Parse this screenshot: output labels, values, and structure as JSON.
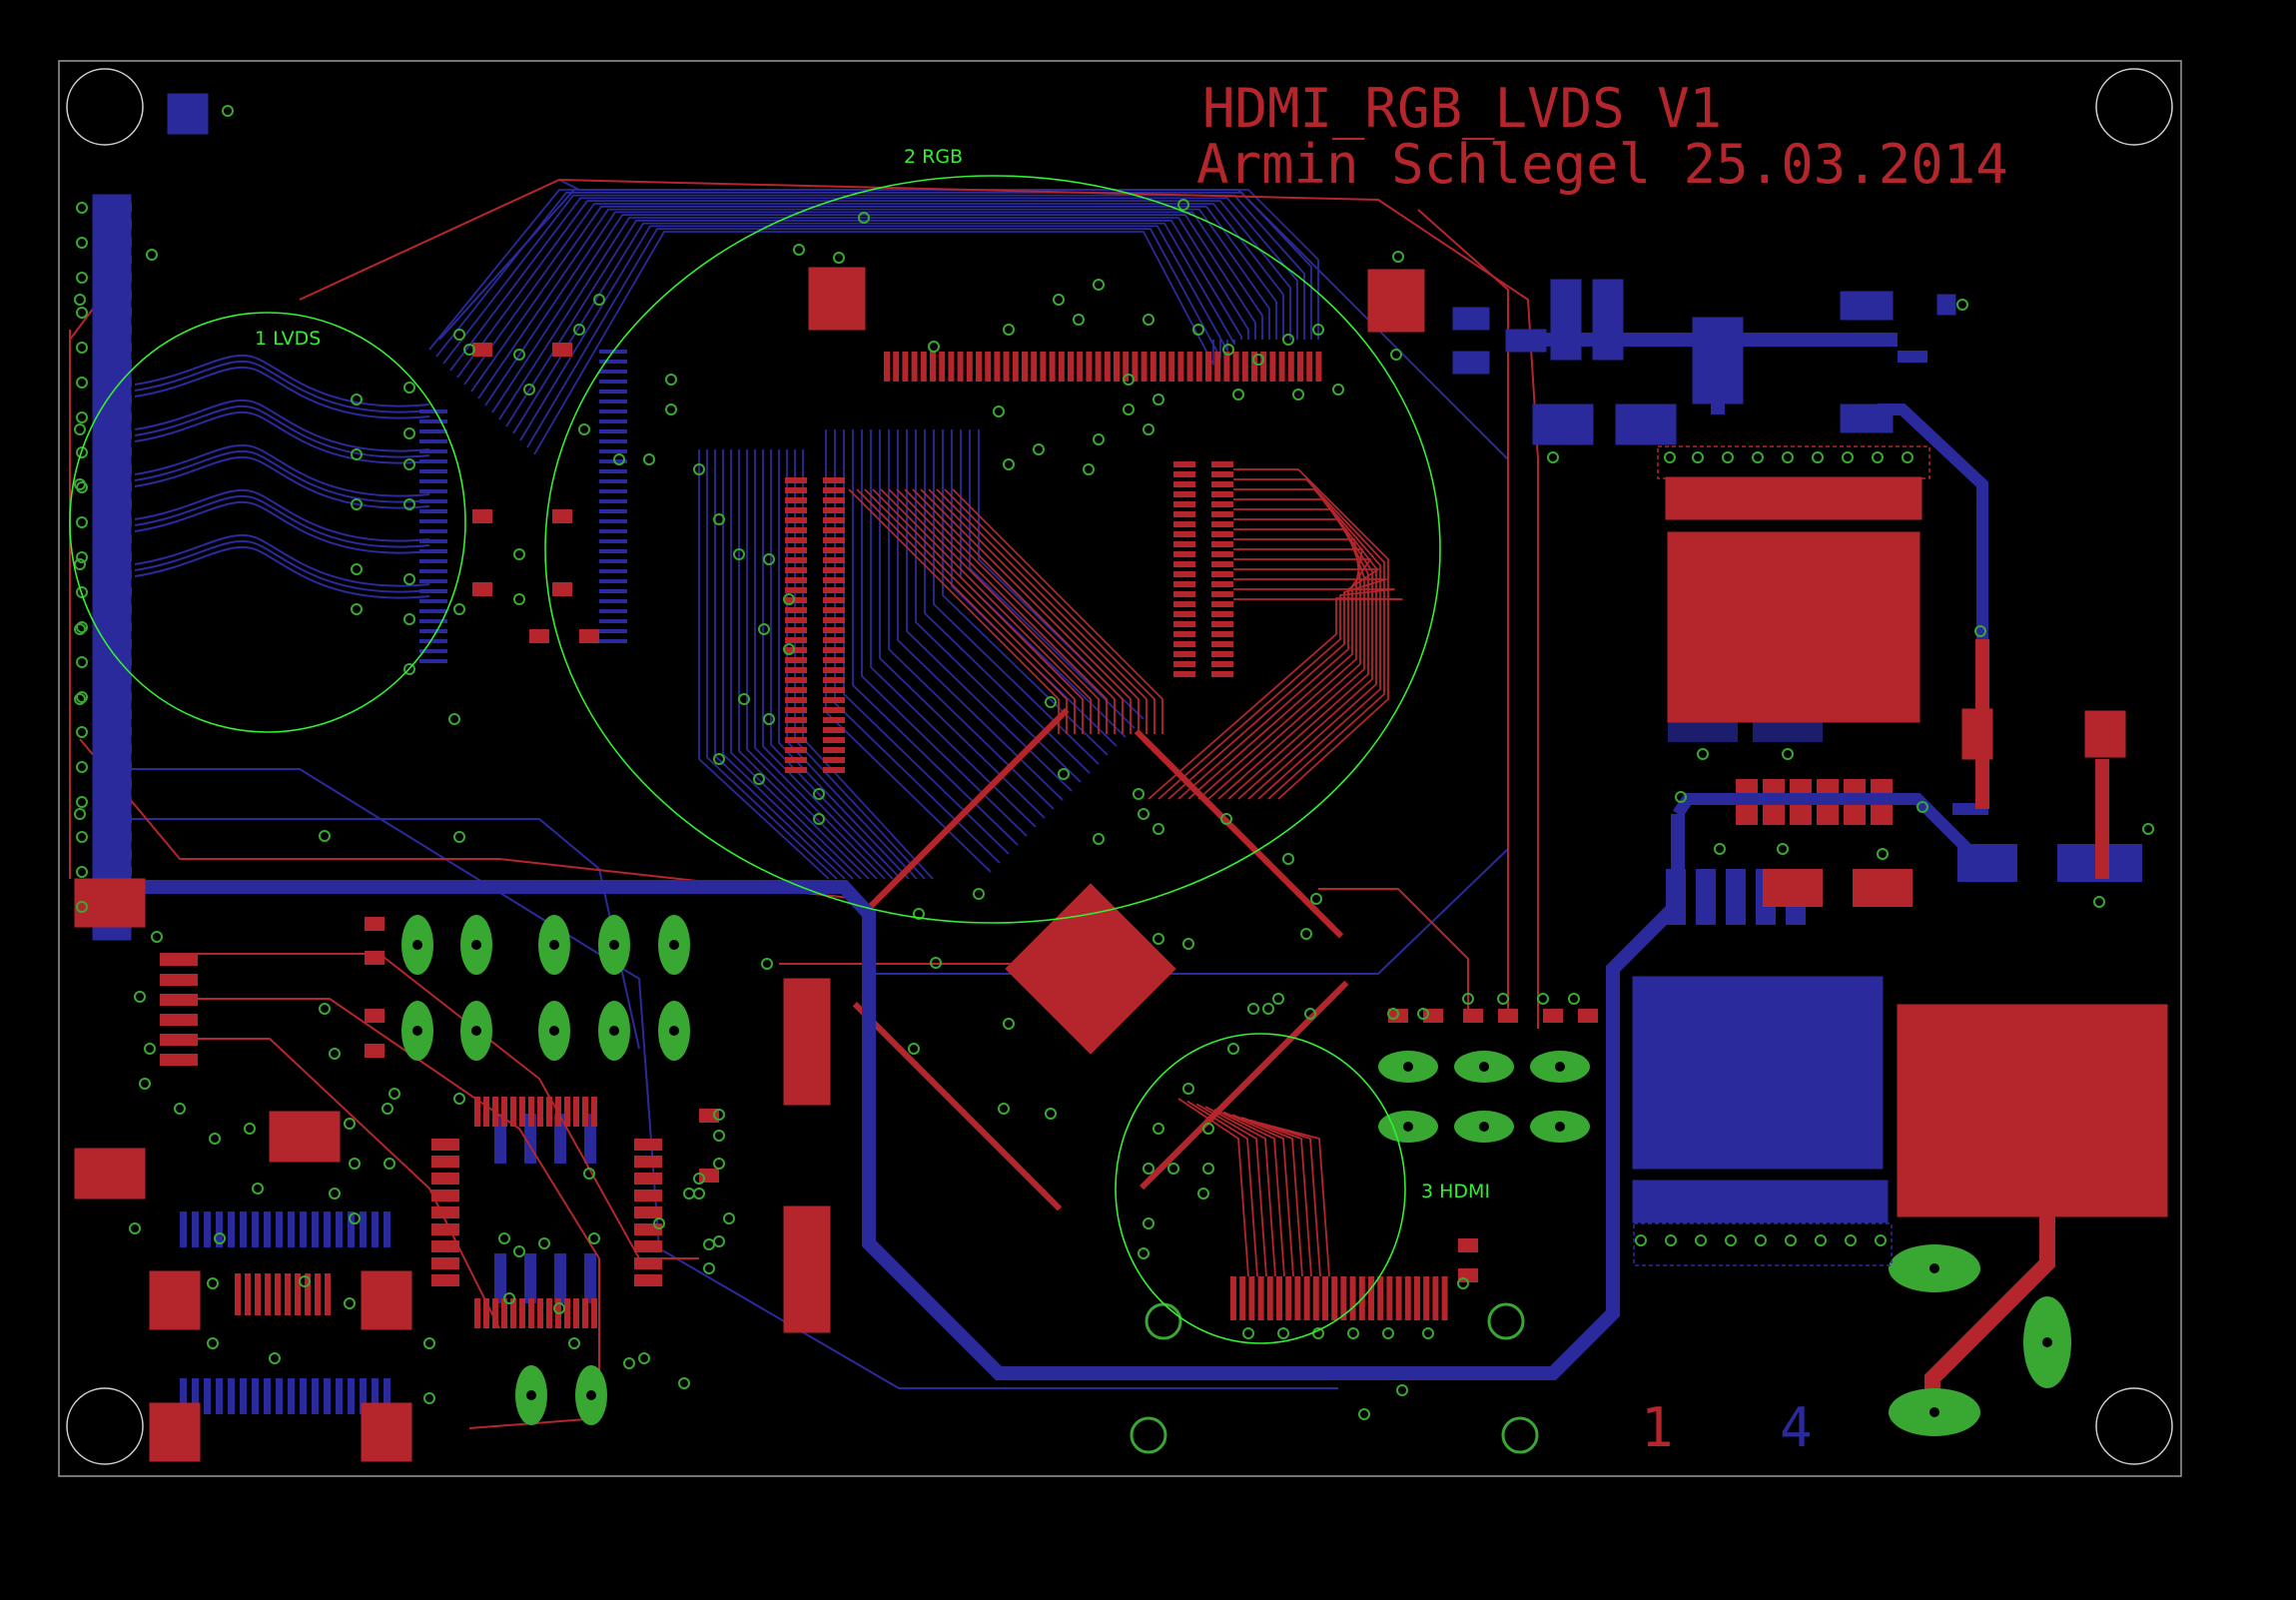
{
  "board": {
    "title": "HDMI_RGB_LVDS V1",
    "author_date": "Armin Schlegel 25.03.2014",
    "zones": [
      {
        "label": "1 LVDS"
      },
      {
        "label": "2 RGB"
      },
      {
        "label": "3 HDMI"
      }
    ],
    "layer_marks": {
      "top": "1",
      "bottom": "4"
    },
    "colors": {
      "background": "#000000",
      "outline": "#9a9a9a",
      "top_copper": "#b4262c",
      "bottom_copper": "#2a2a9c",
      "via": "#39a832",
      "zone_outline": "#33ee33"
    }
  }
}
